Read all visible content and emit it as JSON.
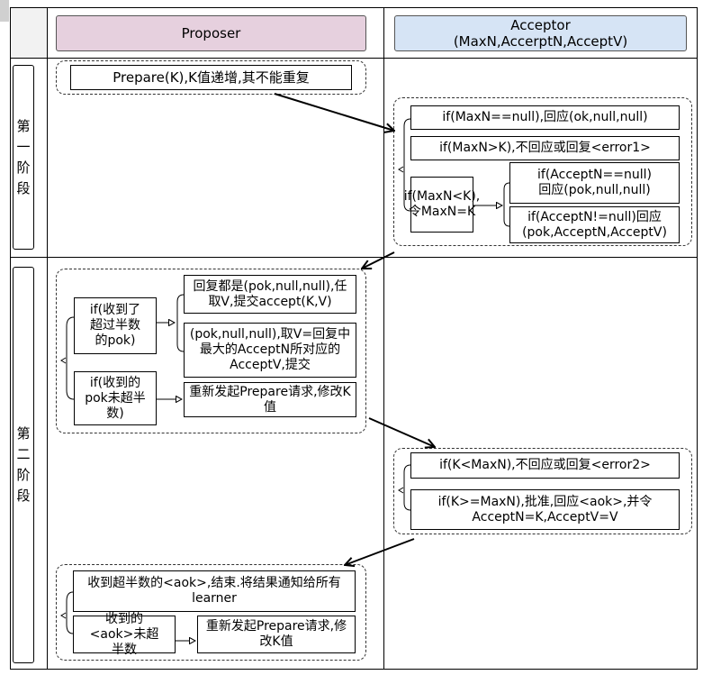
{
  "columns": {
    "proposer": "Proposer",
    "acceptor_line1": "Acceptor",
    "acceptor_line2": "(MaxN,AccerptN,AcceptV)"
  },
  "phases": {
    "phase1": "第一阶段",
    "phase2": "第二阶段"
  },
  "phase1": {
    "proposer_prepare": "Prepare(K),K值递增,其不能重复",
    "acceptor_null": "if(MaxN==null),回应(ok,null,null)",
    "acceptor_gt": "if(MaxN>K),不回应或回复<error1>",
    "acceptor_lt": "if(MaxN<K),令MaxN=K",
    "acceptN_null": "if(AcceptN==null)回应(pok,null,null)",
    "acceptN_notnull": "if(AcceptN!=null)回应(pok,AcceptN,AcceptV)"
  },
  "phase2": {
    "over_half": "if(收到了超过半数的pok)",
    "all_null": "回复都是(pok,null,null),任取V,提交accept(K,V)",
    "take_max": "(pok,null,null),取V=回复中最大的AcceptN所对应的AcceptV,提交",
    "not_half": "if(收到的pok未超半数)",
    "restart1": "重新发起Prepare请求,修改K值",
    "acc_lt": "if(K<MaxN),不回应或回复<error2>",
    "acc_ge": "if(K>=MaxN),批准,回应<aok>,并令AcceptN=K,AcceptV=V",
    "aok_half": "收到超半数的<aok>,结束.将结果通知给所有learner",
    "aok_not_half": "收到的<aok>未超半数",
    "restart2": "重新发起Prepare请求,修改K值"
  }
}
